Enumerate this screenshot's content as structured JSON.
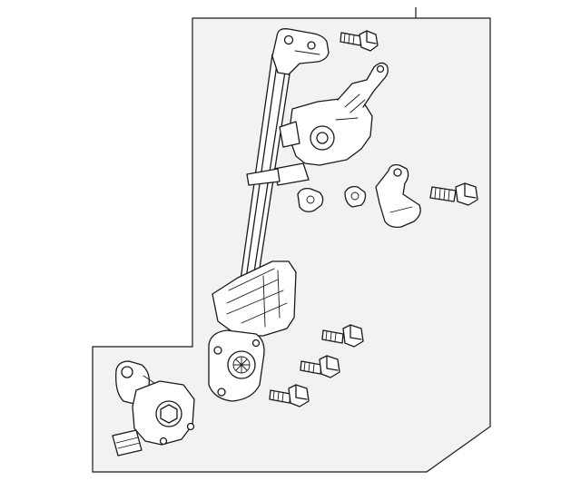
{
  "diagram": {
    "panel_fill": "#f2f2f2",
    "line_color": "#1a1a1a",
    "part_fill": "#ffffff",
    "parts": [
      {
        "name": "window-regulator-assembly",
        "icon": "regulator-rail"
      },
      {
        "name": "regulator-motor",
        "icon": "motor"
      },
      {
        "name": "guide-bracket",
        "icon": "bracket"
      },
      {
        "name": "hex-bolt-large",
        "icon": "bolt"
      },
      {
        "name": "flange-bolts",
        "icon": "bolt",
        "quantity": 4
      },
      {
        "name": "clips",
        "icon": "clip",
        "quantity": 2
      }
    ]
  }
}
